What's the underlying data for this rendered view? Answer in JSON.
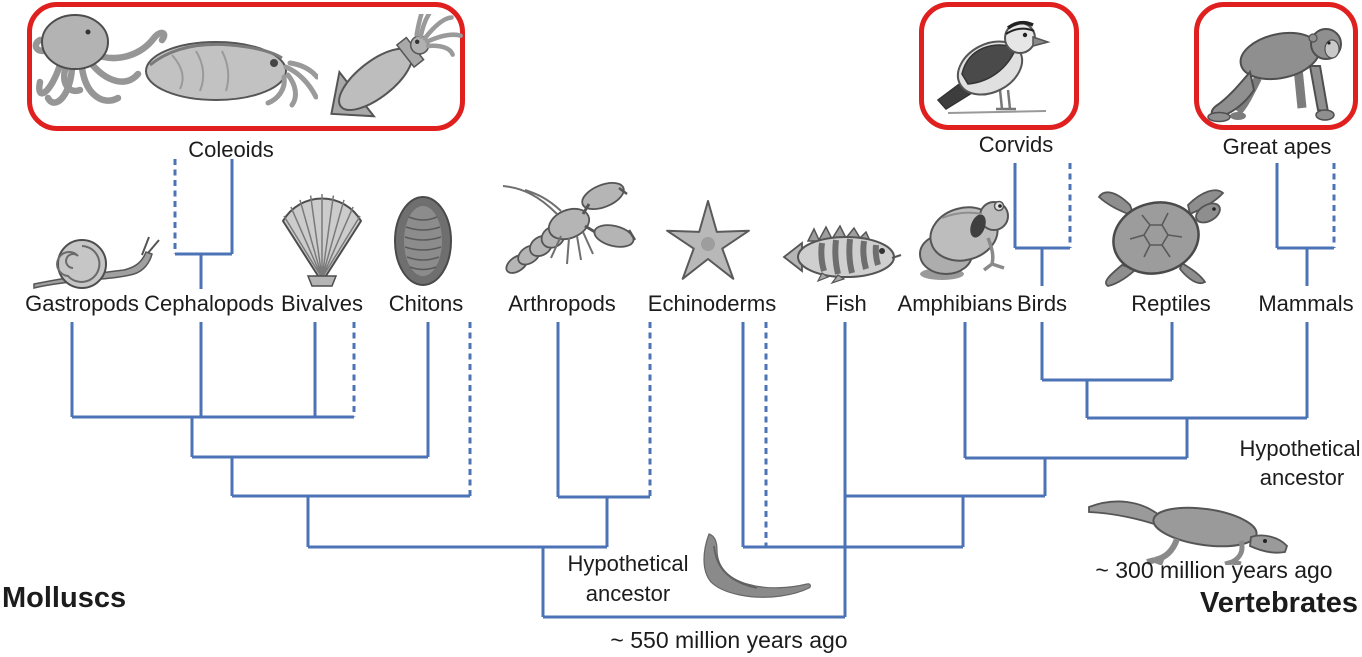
{
  "colors": {
    "branch": "#4c73b6",
    "highlight": "#e01f1f",
    "text": "#1c1c1c"
  },
  "highlights": {
    "coleoids": "Coleoids",
    "corvids": "Corvids",
    "great_apes": "Great apes"
  },
  "taxa": {
    "gastropods": "Gastropods",
    "cephalopods": "Cephalopods",
    "bivalves": "Bivalves",
    "chitons": "Chitons",
    "arthropods": "Arthropods",
    "echinoderms": "Echinoderms",
    "fish": "Fish",
    "amphibians": "Amphibians",
    "birds": "Birds",
    "reptiles": "Reptiles",
    "mammals": "Mammals"
  },
  "titles": {
    "molluscs": "Molluscs",
    "vertebrates": "Vertebrates"
  },
  "ancestors": {
    "bilaterian": {
      "line1": "Hypothetical",
      "line2": "ancestor",
      "time": "~ 550 million years ago"
    },
    "amniote": {
      "line1": "Hypothetical",
      "line2": "ancestor",
      "time": "~ 300 million years ago"
    }
  },
  "illustrations": [
    "octopus",
    "cuttlefish",
    "squid",
    "snail",
    "scallop-shell",
    "chiton",
    "lobster",
    "starfish",
    "perch-fish",
    "frog",
    "corvid-bird",
    "sea-turtle",
    "chimpanzee",
    "worm-like-ancestor",
    "early-amniote-ancestor"
  ]
}
